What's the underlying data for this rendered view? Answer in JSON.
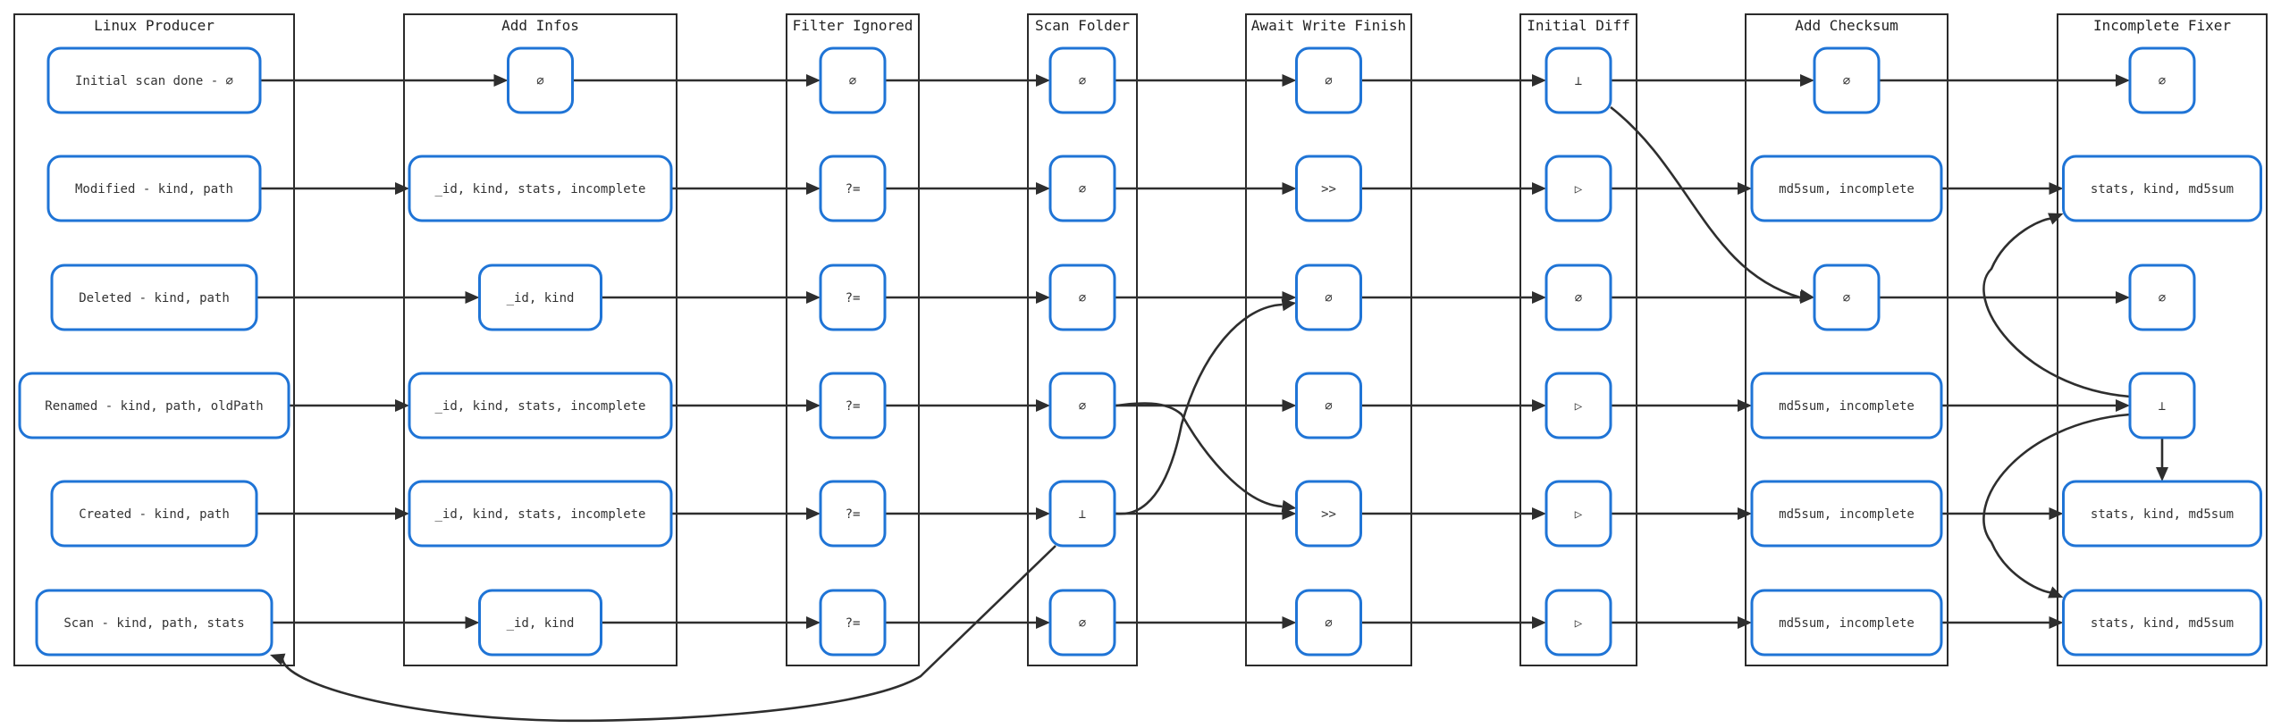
{
  "diagram": {
    "lanes": [
      {
        "id": "producer",
        "title": "Linux Producer"
      },
      {
        "id": "addinfos",
        "title": "Add Infos"
      },
      {
        "id": "filter",
        "title": "Filter Ignored"
      },
      {
        "id": "scanfolder",
        "title": "Scan Folder"
      },
      {
        "id": "await",
        "title": "Await Write Finish"
      },
      {
        "id": "initialdiff",
        "title": "Initial Diff"
      },
      {
        "id": "checksum",
        "title": "Add Checksum"
      },
      {
        "id": "fixer",
        "title": "Incomplete Fixer"
      }
    ],
    "nodes": [
      {
        "id": "p0",
        "lane": "producer",
        "row": 0,
        "label": "Initial scan done - ∅"
      },
      {
        "id": "p1",
        "lane": "producer",
        "row": 1,
        "label": "Modified - kind, path"
      },
      {
        "id": "p2",
        "lane": "producer",
        "row": 2,
        "label": "Deleted - kind, path"
      },
      {
        "id": "p3",
        "lane": "producer",
        "row": 3,
        "label": "Renamed - kind, path, oldPath"
      },
      {
        "id": "p4",
        "lane": "producer",
        "row": 4,
        "label": "Created - kind, path"
      },
      {
        "id": "p5",
        "lane": "producer",
        "row": 5,
        "label": "Scan - kind, path, stats"
      },
      {
        "id": "a0",
        "lane": "addinfos",
        "row": 0,
        "label": "∅"
      },
      {
        "id": "a1",
        "lane": "addinfos",
        "row": 1,
        "label": "_id, kind, stats, incomplete"
      },
      {
        "id": "a2",
        "lane": "addinfos",
        "row": 2,
        "label": "_id, kind"
      },
      {
        "id": "a3",
        "lane": "addinfos",
        "row": 3,
        "label": "_id, kind, stats, incomplete"
      },
      {
        "id": "a4",
        "lane": "addinfos",
        "row": 4,
        "label": "_id, kind, stats, incomplete"
      },
      {
        "id": "a5",
        "lane": "addinfos",
        "row": 5,
        "label": "_id, kind"
      },
      {
        "id": "f0",
        "lane": "filter",
        "row": 0,
        "label": "∅"
      },
      {
        "id": "f1",
        "lane": "filter",
        "row": 1,
        "label": "?="
      },
      {
        "id": "f2",
        "lane": "filter",
        "row": 2,
        "label": "?="
      },
      {
        "id": "f3",
        "lane": "filter",
        "row": 3,
        "label": "?="
      },
      {
        "id": "f4",
        "lane": "filter",
        "row": 4,
        "label": "?="
      },
      {
        "id": "f5",
        "lane": "filter",
        "row": 5,
        "label": "?="
      },
      {
        "id": "s0",
        "lane": "scanfolder",
        "row": 0,
        "label": "∅"
      },
      {
        "id": "s1",
        "lane": "scanfolder",
        "row": 1,
        "label": "∅"
      },
      {
        "id": "s2",
        "lane": "scanfolder",
        "row": 2,
        "label": "∅"
      },
      {
        "id": "s3",
        "lane": "scanfolder",
        "row": 3,
        "label": "∅"
      },
      {
        "id": "s4",
        "lane": "scanfolder",
        "row": 4,
        "label": "⊥"
      },
      {
        "id": "s5",
        "lane": "scanfolder",
        "row": 5,
        "label": "∅"
      },
      {
        "id": "w0",
        "lane": "await",
        "row": 0,
        "label": "∅"
      },
      {
        "id": "w1",
        "lane": "await",
        "row": 1,
        "label": ">>"
      },
      {
        "id": "w2",
        "lane": "await",
        "row": 2,
        "label": "∅"
      },
      {
        "id": "w3",
        "lane": "await",
        "row": 3,
        "label": "∅"
      },
      {
        "id": "w4",
        "lane": "await",
        "row": 4,
        "label": ">>"
      },
      {
        "id": "w5",
        "lane": "await",
        "row": 5,
        "label": "∅"
      },
      {
        "id": "d0",
        "lane": "initialdiff",
        "row": 0,
        "label": "⊥"
      },
      {
        "id": "d1",
        "lane": "initialdiff",
        "row": 1,
        "label": "▷"
      },
      {
        "id": "d2",
        "lane": "initialdiff",
        "row": 2,
        "label": "∅"
      },
      {
        "id": "d3",
        "lane": "initialdiff",
        "row": 3,
        "label": "▷"
      },
      {
        "id": "d4",
        "lane": "initialdiff",
        "row": 4,
        "label": "▷"
      },
      {
        "id": "d5",
        "lane": "initialdiff",
        "row": 5,
        "label": "▷"
      },
      {
        "id": "c0",
        "lane": "checksum",
        "row": 0,
        "label": "∅"
      },
      {
        "id": "c1",
        "lane": "checksum",
        "row": 1,
        "label": "md5sum, incomplete"
      },
      {
        "id": "c2",
        "lane": "checksum",
        "row": 2,
        "label": "∅"
      },
      {
        "id": "c3",
        "lane": "checksum",
        "row": 3,
        "label": "md5sum, incomplete"
      },
      {
        "id": "c4",
        "lane": "checksum",
        "row": 4,
        "label": "md5sum, incomplete"
      },
      {
        "id": "c5",
        "lane": "checksum",
        "row": 5,
        "label": "md5sum, incomplete"
      },
      {
        "id": "x0",
        "lane": "fixer",
        "row": 0,
        "label": "∅"
      },
      {
        "id": "x1",
        "lane": "fixer",
        "row": 1,
        "label": "stats, kind, md5sum"
      },
      {
        "id": "x2",
        "lane": "fixer",
        "row": 2,
        "label": "∅"
      },
      {
        "id": "x3",
        "lane": "fixer",
        "row": 3,
        "label": "⊥"
      },
      {
        "id": "x4",
        "lane": "fixer",
        "row": 4,
        "label": "stats, kind, md5sum"
      },
      {
        "id": "x5",
        "lane": "fixer",
        "row": 5,
        "label": "stats, kind, md5sum"
      }
    ],
    "edges": [
      {
        "from": "p0",
        "to": "a0"
      },
      {
        "from": "a0",
        "to": "f0"
      },
      {
        "from": "f0",
        "to": "s0"
      },
      {
        "from": "s0",
        "to": "w0"
      },
      {
        "from": "w0",
        "to": "d0"
      },
      {
        "from": "d0",
        "to": "c0"
      },
      {
        "from": "c0",
        "to": "x0"
      },
      {
        "from": "p1",
        "to": "a1"
      },
      {
        "from": "a1",
        "to": "f1"
      },
      {
        "from": "f1",
        "to": "s1"
      },
      {
        "from": "s1",
        "to": "w1"
      },
      {
        "from": "w1",
        "to": "d1"
      },
      {
        "from": "d1",
        "to": "c1"
      },
      {
        "from": "c1",
        "to": "x1"
      },
      {
        "from": "p2",
        "to": "a2"
      },
      {
        "from": "a2",
        "to": "f2"
      },
      {
        "from": "f2",
        "to": "s2"
      },
      {
        "from": "s2",
        "to": "w2"
      },
      {
        "from": "w2",
        "to": "d2"
      },
      {
        "from": "d2",
        "to": "c2"
      },
      {
        "from": "c2",
        "to": "x2"
      },
      {
        "from": "p3",
        "to": "a3"
      },
      {
        "from": "a3",
        "to": "f3"
      },
      {
        "from": "f3",
        "to": "s3"
      },
      {
        "from": "s3",
        "to": "w3"
      },
      {
        "from": "w3",
        "to": "d3"
      },
      {
        "from": "d3",
        "to": "c3"
      },
      {
        "from": "c3",
        "to": "x3"
      },
      {
        "from": "p4",
        "to": "a4"
      },
      {
        "from": "a4",
        "to": "f4"
      },
      {
        "from": "f4",
        "to": "s4"
      },
      {
        "from": "s4",
        "to": "w4"
      },
      {
        "from": "w4",
        "to": "d4"
      },
      {
        "from": "d4",
        "to": "c4"
      },
      {
        "from": "c4",
        "to": "x4"
      },
      {
        "from": "p5",
        "to": "a5"
      },
      {
        "from": "a5",
        "to": "f5"
      },
      {
        "from": "f5",
        "to": "s5"
      },
      {
        "from": "s5",
        "to": "w5"
      },
      {
        "from": "w5",
        "to": "d5"
      },
      {
        "from": "d5",
        "to": "c5"
      },
      {
        "from": "c5",
        "to": "x5"
      },
      {
        "from": "d0",
        "to": "c2"
      },
      {
        "from": "s3",
        "to": "w4"
      },
      {
        "from": "s4",
        "to": "w2"
      },
      {
        "from": "x3",
        "to": "x1"
      },
      {
        "from": "x3",
        "to": "x4"
      },
      {
        "from": "x3",
        "to": "x5"
      },
      {
        "from": "s4",
        "to": "p5"
      }
    ]
  }
}
